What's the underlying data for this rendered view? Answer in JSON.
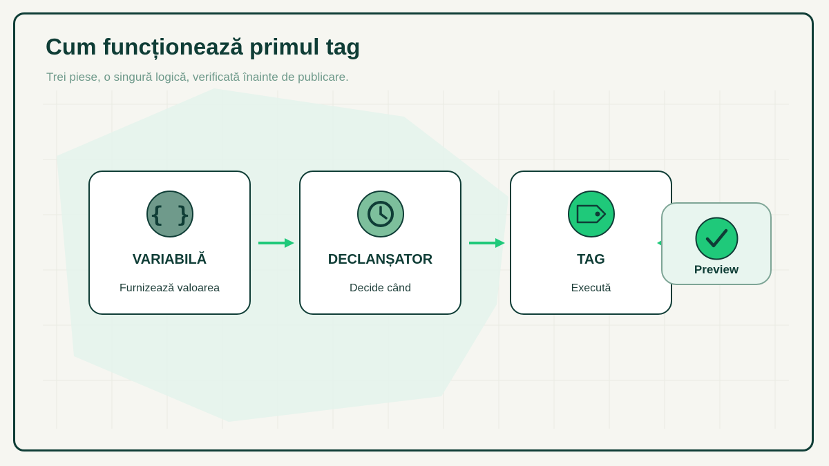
{
  "header": {
    "title": "Cum funcționează primul tag",
    "subtitle": "Trei piese, o singură logică, verificată înainte de publicare."
  },
  "steps": [
    {
      "name": "VARIABILĂ",
      "description": "Furnizează valoarea",
      "icon": "braces-icon",
      "icon_color": "#6f9a8b"
    },
    {
      "name": "DECLANȘATOR",
      "description": "Decide când",
      "icon": "clock-icon",
      "icon_color": "#7dbf9c"
    },
    {
      "name": "TAG",
      "description": "Execută",
      "icon": "tag-icon",
      "icon_color": "#1fc97a"
    }
  ],
  "preview": {
    "label": "Preview",
    "icon": "check-icon",
    "icon_color": "#1fc97a"
  },
  "colors": {
    "primary_dark": "#0f3d36",
    "accent_green": "#1fc97a",
    "muted_green": "#6f9a8b",
    "background": "#f6f6f1",
    "blob": "#e4f3ec"
  }
}
